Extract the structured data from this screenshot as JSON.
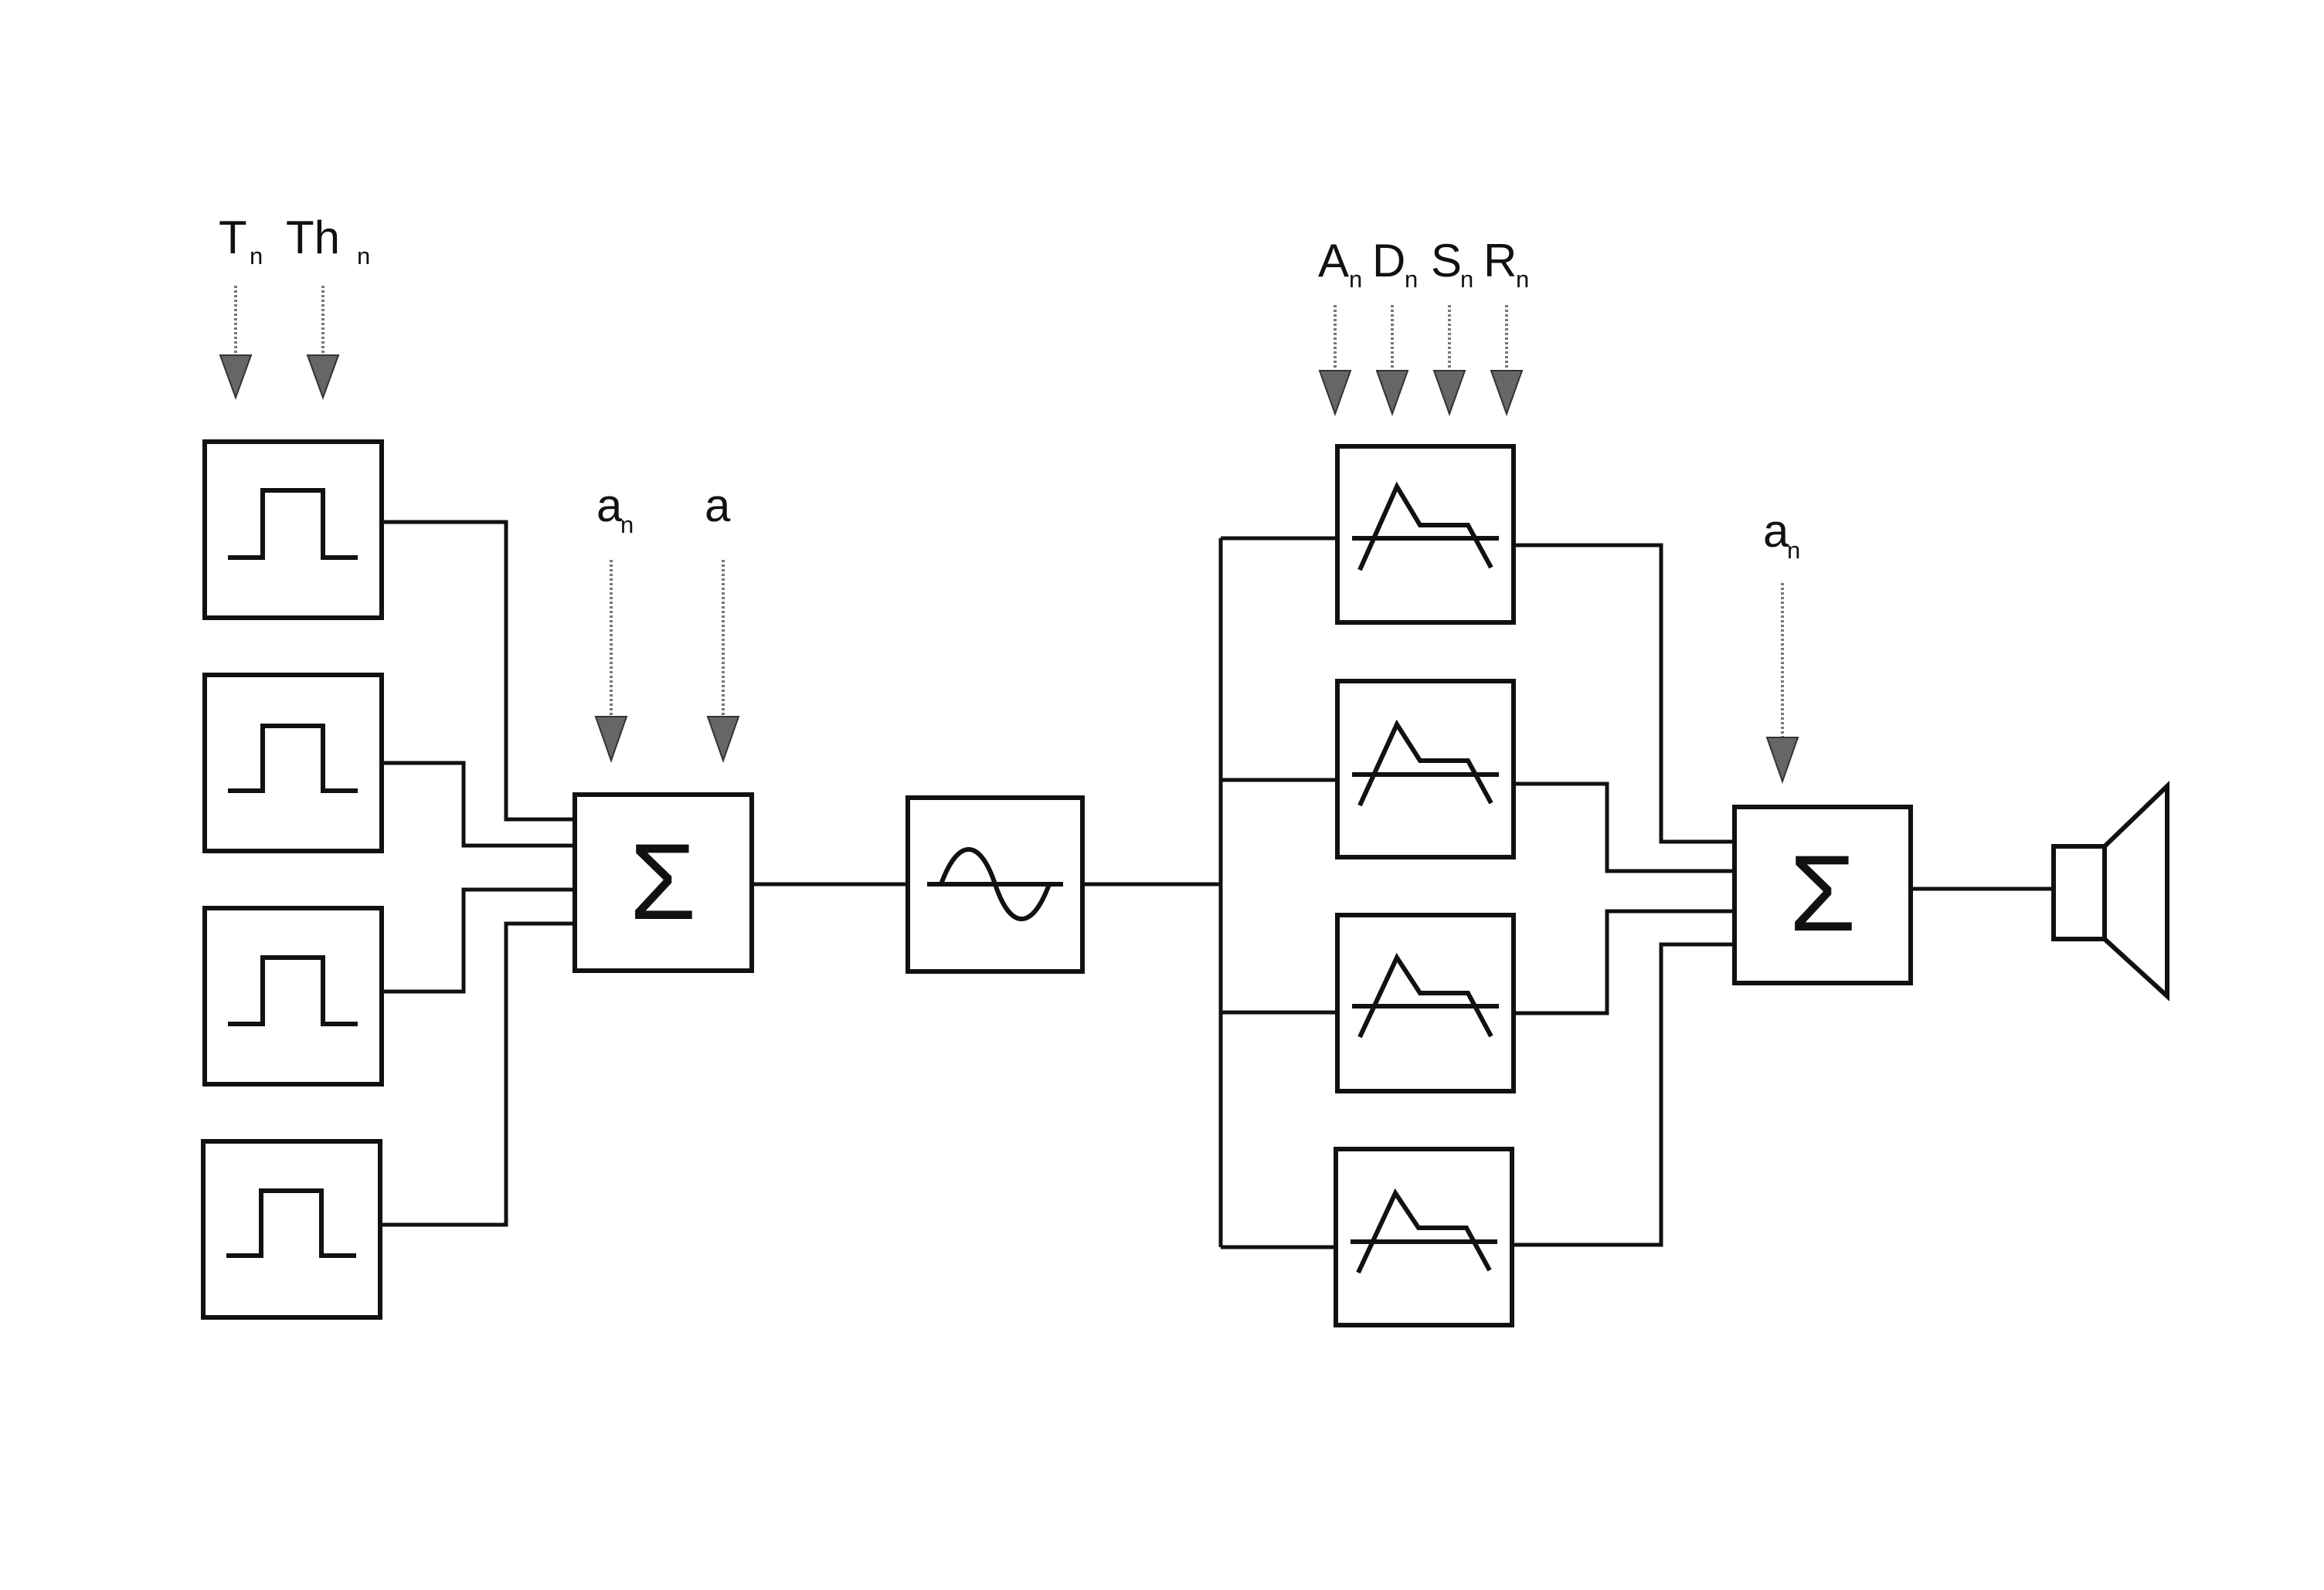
{
  "diagram": {
    "pulse_inputs": {
      "t_label": "T",
      "t_sub": "n",
      "th_label": "Th",
      "th_sub": "n"
    },
    "mixer1_inputs": {
      "an_label": "a",
      "an_sub": "n",
      "a_label": "a"
    },
    "envelope_inputs": {
      "a_label": "A",
      "a_sub": "n",
      "d_label": "D",
      "d_sub": "n",
      "s_label": "S",
      "s_sub": "n",
      "r_label": "R",
      "r_sub": "n"
    },
    "mixer2_inputs": {
      "an_label": "a",
      "an_sub": "n"
    },
    "summation_symbol": "Σ",
    "icons": [
      "pulse-generator-icon",
      "summation-icon",
      "sine-oscillator-icon",
      "adsr-envelope-icon",
      "loudspeaker-icon"
    ],
    "colors": {
      "ink": "#111111",
      "arrow_fill": "#666666",
      "background": "#ffffff"
    }
  }
}
